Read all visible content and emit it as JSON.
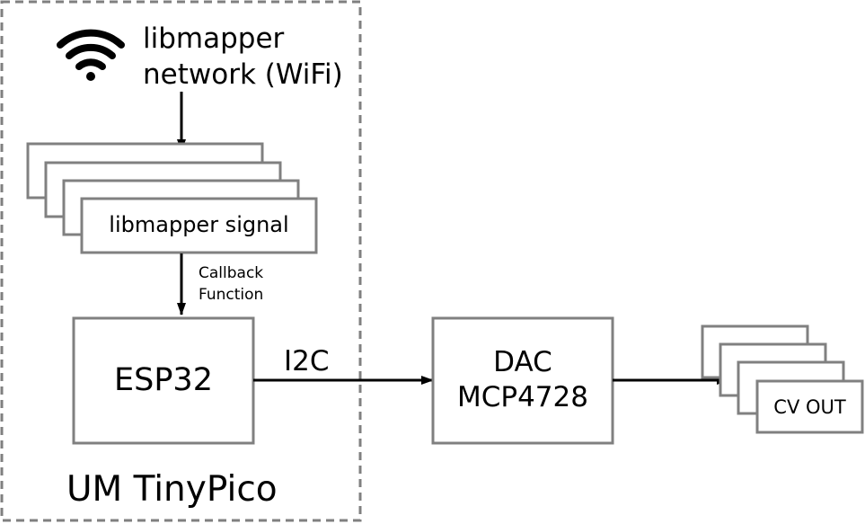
{
  "network": {
    "icon": "wifi-icon",
    "line1": "libmapper",
    "line2": "network (WiFi)"
  },
  "signal_label": "libmapper signal",
  "callback": {
    "line1": "Callback",
    "line2": "Function"
  },
  "esp_label": "ESP32",
  "board_label": "UM TinyPico",
  "bus_label": "I2C",
  "dac": {
    "line1": "DAC",
    "line2": "MCP4728"
  },
  "output_label": "CV OUT",
  "colors": {
    "box_stroke": "#808080",
    "arrow": "#000000",
    "text": "#000000"
  }
}
